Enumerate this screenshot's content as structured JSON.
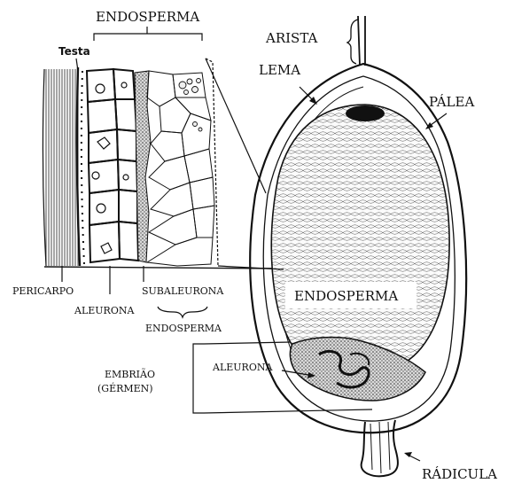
{
  "labels": {
    "endosperma_top": "ENDOSPERMA",
    "testa": "Testa",
    "arista": "ARISTA",
    "lema": "LEMA",
    "palea": "PÁLEA",
    "pericarpo": "PERICARPO",
    "subaleurona": "SUBALEURONA",
    "aleurona_left": "ALEURONA",
    "endosperma_small": "ENDOSPERMA",
    "endosperma_center": "ENDOSPERMA",
    "aleurona_right": "ALEURONA",
    "embriao_line1": "EMBRIÃO",
    "embriao_line2": "(GÉRMEN)",
    "radicula": "RÁDICULA"
  },
  "colors": {
    "ink": "#111111",
    "background": "#ffffff",
    "label_box": "#ffffff"
  }
}
